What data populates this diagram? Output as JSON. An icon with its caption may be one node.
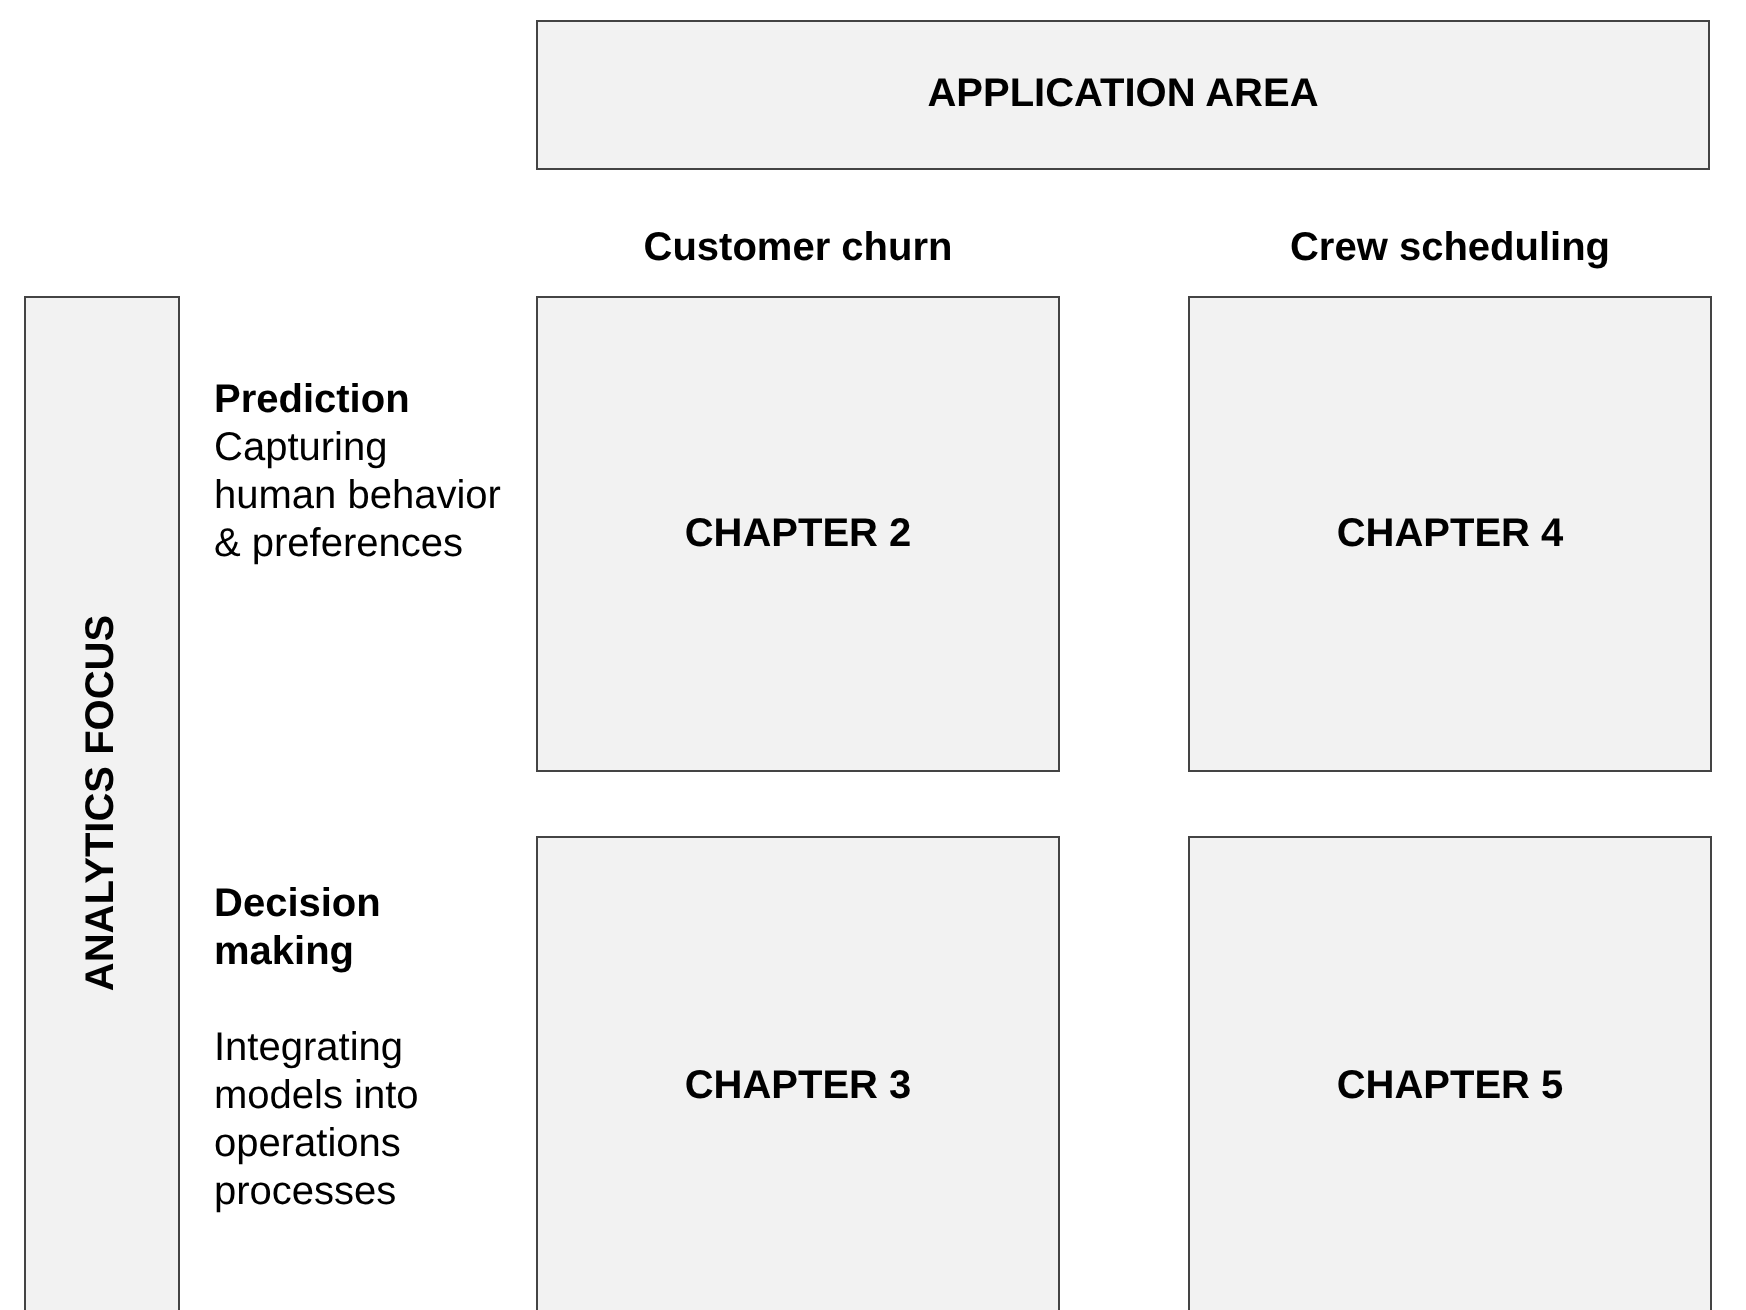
{
  "diagram": {
    "nodes": [
      {
        "text": [
          "APPLICATION AREA"
        ]
      },
      {
        "text": [
          "ANALYTICS FOCUS"
        ]
      },
      {
        "text": [
          "CHAPTER 2"
        ]
      },
      {
        "text": [
          "CHAPTER 4"
        ]
      },
      {
        "text": [
          "CHAPTER 3"
        ]
      },
      {
        "text": [
          "CHAPTER 5"
        ]
      }
    ],
    "labels": [
      "Customer churn",
      "Crew scheduling",
      "Prediction",
      "Capturing human behavior & preferences",
      "Decision making",
      "Integrating models into operations processes"
    ]
  }
}
